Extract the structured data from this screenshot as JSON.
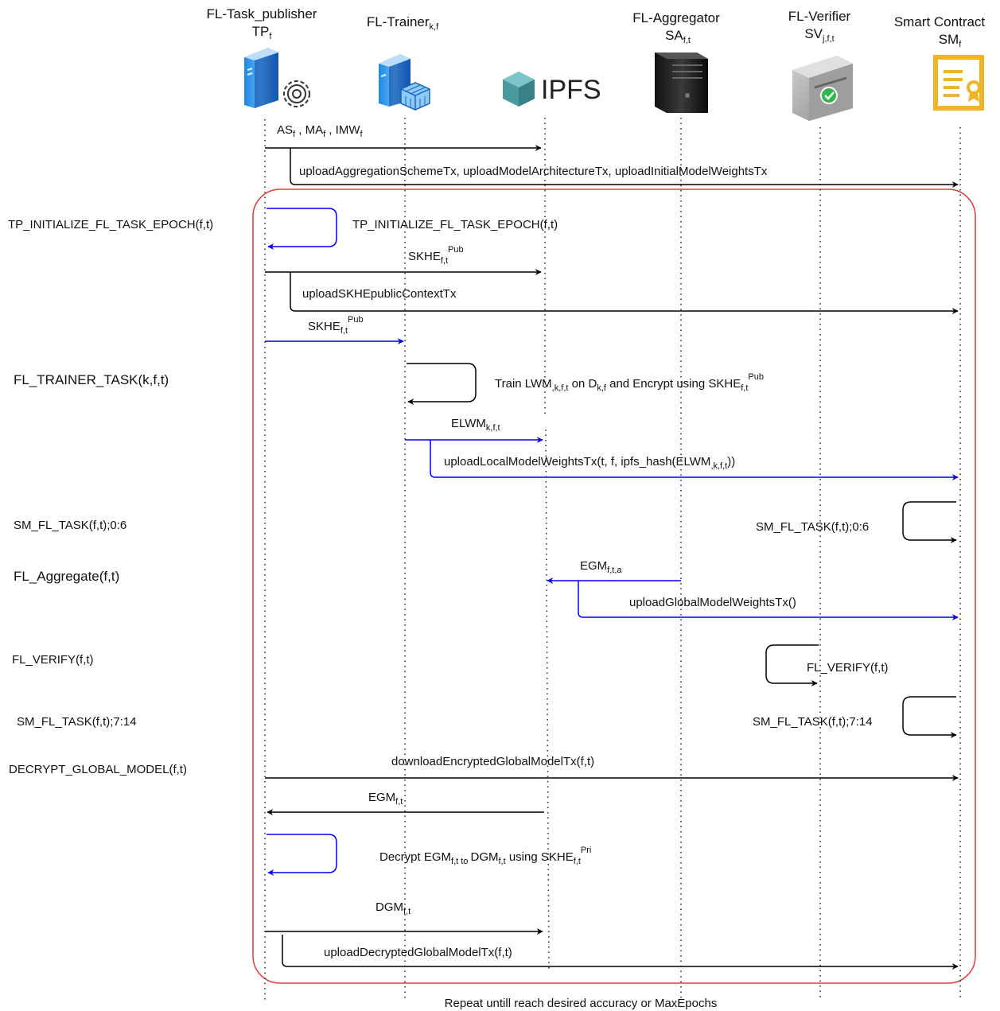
{
  "participants": [
    {
      "id": "tp",
      "name": "FL-Task_publisher",
      "abbr": "TP",
      "abbr_sub": "f",
      "icon": "server-gear-icon"
    },
    {
      "id": "trainer",
      "name": "FL-Trainer",
      "name_sub": "k,f",
      "icon": "server-cube-icon"
    },
    {
      "id": "ipfs",
      "name": "IPFS",
      "icon": "ipfs-cube-icon"
    },
    {
      "id": "agg",
      "name": "FL-Aggregator",
      "abbr": "SA",
      "abbr_sub": "f,t",
      "icon": "black-server-icon"
    },
    {
      "id": "ver",
      "name": "FL-Verifier",
      "abbr": "SV",
      "abbr_sub": "j,f,t",
      "icon": "server-check-icon"
    },
    {
      "id": "sc",
      "name": "Smart Contract",
      "abbr": "SM",
      "abbr_sub": "f",
      "icon": "certificate-icon"
    }
  ],
  "messages": {
    "m1": {
      "t1": "AS",
      "s1": "f",
      "t2": " , MA",
      "s2": "f",
      "t3": " , IMW",
      "s3": "f"
    },
    "m2": "uploadAggregationSchemeTx,  uploadModelArchitectureTx, uploadInitialModelWeightsTx",
    "m3": "TP_INITIALIZE_FL_TASK_EPOCH(f,t)",
    "m4": {
      "t": "SKHE",
      "sub": "f,t",
      "sup": "Pub"
    },
    "m5": "uploadSKHEpublicContextTx",
    "m6": {
      "t": "SKHE",
      "sub": "f,t",
      "sup": "Pub"
    },
    "m7": {
      "t1": "Train LWM",
      "s1": ",k,f,t",
      "t2": " on D",
      "s2": "k,f",
      "t3": " and Encrypt using SKHE",
      "s3": "f,t",
      "sup": "Pub"
    },
    "m8": {
      "t": "ELWM",
      "sub": "k,f,t"
    },
    "m9": {
      "t1": "uploadLocalModelWeightsTx(t, f, ipfs_hash(ELWM",
      "s1": ",k,f,t",
      "t2": "))"
    },
    "m10": "SM_FL_TASK(f,t);0:6",
    "m11": {
      "t": "EGM",
      "sub": "f,t,a"
    },
    "m12": "uploadGlobalModelWeightsTx()",
    "m13": "FL_VERIFY(f,t)",
    "m14": "SM_FL_TASK(f,t);7:14",
    "m15": "downloadEncryptedGlobalModelTx(f,t)",
    "m16": {
      "t": "EGM",
      "sub": "f,t"
    },
    "m17": {
      "t1": "Decrypt EGM",
      "s1": "f,t",
      "t2": " to ",
      "t3": "DGM",
      "s3": "f,t",
      "t4": " using SKHE",
      "s4": "f,t",
      "sup": "Pri"
    },
    "m18": {
      "t": "DGM",
      "sub": "f,t"
    },
    "m19": "uploadDecryptedGlobalModelTx(f,t)"
  },
  "phases": [
    "TP_INITIALIZE_FL_TASK_EPOCH(f,t)",
    "FL_TRAINER_TASK(k,f,t)",
    "SM_FL_TASK(f,t);0:6",
    "FL_Aggregate(f,t)",
    "FL_VERIFY(f,t)",
    "SM_FL_TASK(f,t);7:14",
    "DECRYPT_GLOBAL_MODEL(f,t)"
  ],
  "loop_caption": "Repeat untill reach desired accuracy or MaxEpochs",
  "colors": {
    "loop_border": "#e53935",
    "black_message": "#000000",
    "blue_message": "#0000ee",
    "ipfs_teal": "#5aa8ad",
    "certificate_gold": "#f0b429"
  }
}
